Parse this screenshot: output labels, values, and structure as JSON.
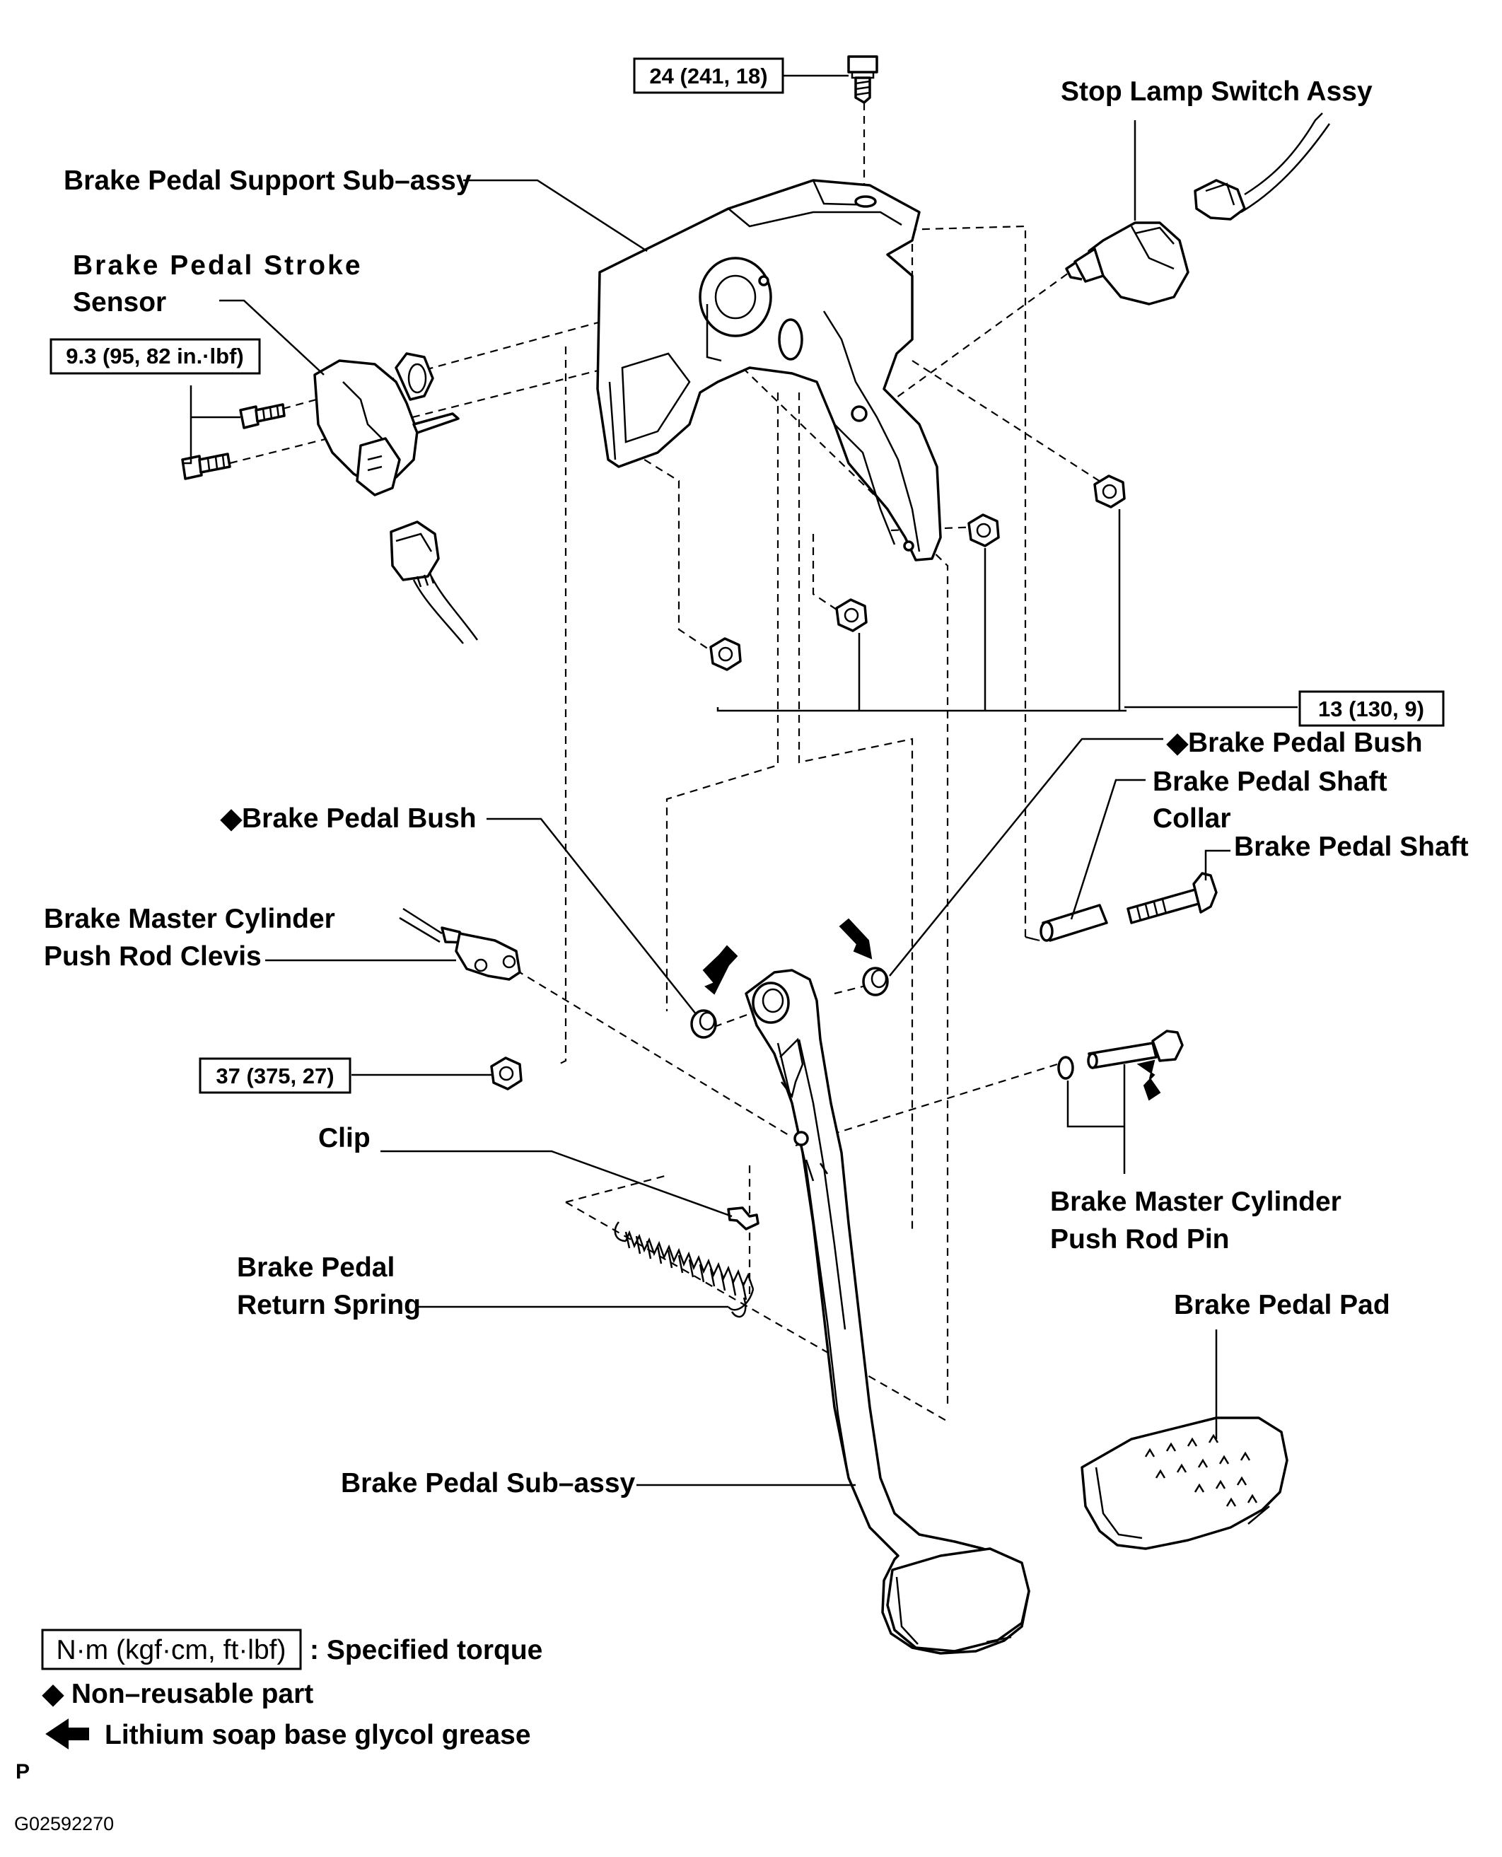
{
  "labels": {
    "stop_lamp_switch": "Stop Lamp Switch Assy",
    "support_sub_assy": "Brake Pedal Support Sub–assy",
    "stroke_sensor_line1": "Brake Pedal Stroke",
    "stroke_sensor_line2": "Sensor",
    "bush_right": "◆Brake Pedal Bush",
    "bush_left": "◆Brake Pedal Bush",
    "shaft_collar_line1": "Brake Pedal Shaft",
    "shaft_collar_line2": "Collar",
    "shaft": "Brake Pedal Shaft",
    "clevis_line1": "Brake Master Cylinder",
    "clevis_line2": "Push Rod Clevis",
    "clip": "Clip",
    "return_spring_line1": "Brake Pedal",
    "return_spring_line2": "Return Spring",
    "push_rod_pin_line1": "Brake Master Cylinder",
    "push_rod_pin_line2": "Push Rod Pin",
    "pedal_pad": "Brake Pedal Pad",
    "pedal_sub_assy": "Brake Pedal Sub–assy"
  },
  "torques": {
    "bolt_top": "24 (241, 18)",
    "sensor_bolts": "9.3 (95, 82 in.·lbf)",
    "nuts": "13 (130, 9)",
    "pedal_nut": "37 (375, 27)"
  },
  "legend": {
    "torque_box": "N·m (kgf·cm, ft·lbf)",
    "torque_desc": ": Specified torque",
    "non_reusable": "◆ Non–reusable part",
    "grease": "Lithium soap base glycol grease"
  },
  "footer": {
    "page_letter": "P",
    "figure_code": "G02592270"
  },
  "icons": [
    "arrow-left-icon",
    "diamond-icon"
  ]
}
